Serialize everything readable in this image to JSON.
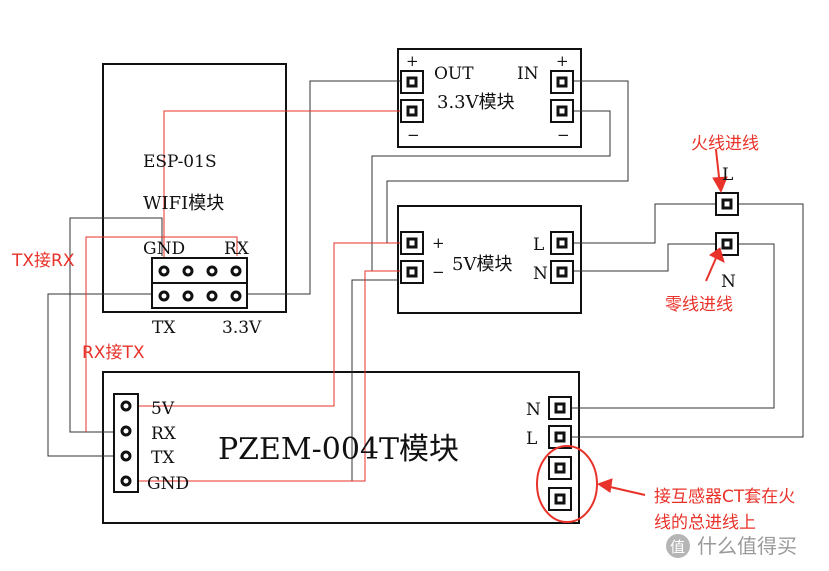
{
  "esp_module": {
    "title_line1": "ESP-01S",
    "title_line2": "WIFI模块",
    "pin_gnd": "GND",
    "pin_rx": "RX",
    "pin_tx": "TX",
    "pin_33v": "3.3V"
  },
  "module_33v": {
    "plus_out": "+",
    "minus_out": "−",
    "out_label": "OUT",
    "in_label": "IN",
    "plus_in": "+",
    "minus_in": "−",
    "title": "3.3V模块"
  },
  "module_5v": {
    "plus": "+",
    "minus": "−",
    "title": "5V模块",
    "l_label": "L",
    "n_label": "N"
  },
  "pzem": {
    "title": "PZEM-004T模块",
    "pins": [
      "5V",
      "RX",
      "TX",
      "GND"
    ],
    "n_label": "N",
    "l_label": "L"
  },
  "mains": {
    "l_label": "L",
    "n_label": "N"
  },
  "annotations": {
    "tx_rx": "TX接RX",
    "rx_tx": "RX接TX",
    "live_in": "火线进线",
    "neutral_in": "零线进线",
    "ct_line1": "接互感器CT套在火",
    "ct_line2": "线的总进线上"
  },
  "watermark": {
    "icon_char": "值",
    "text": "什么值得买"
  },
  "colors": {
    "wire_black": "#333333",
    "wire_red": "#e8322a",
    "box_border": "#111111"
  }
}
